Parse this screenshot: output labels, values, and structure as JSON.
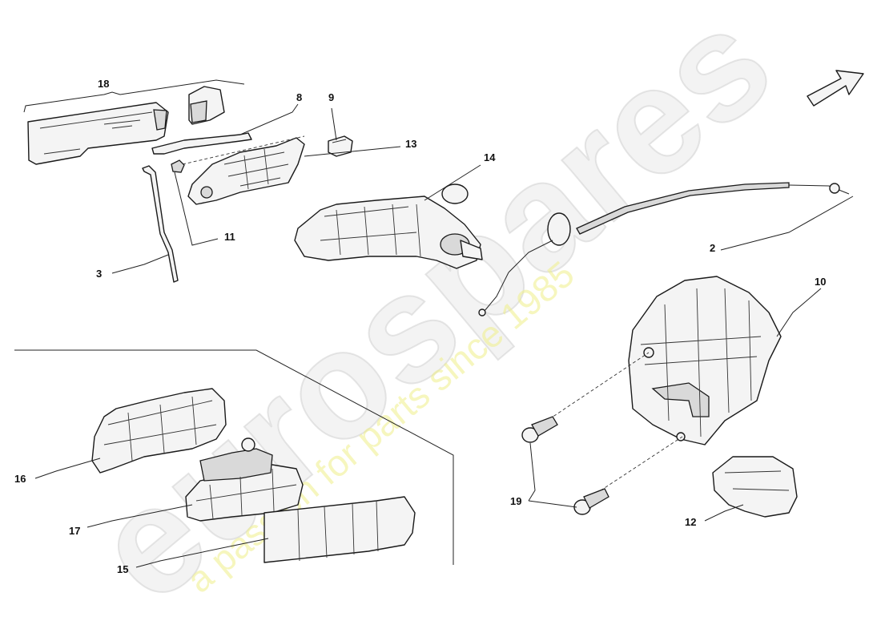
{
  "watermark": {
    "brand": "eurospares",
    "tagline": "a passion for parts since 1985",
    "accent_color": "#eeee88"
  },
  "callouts": [
    {
      "id": "18",
      "label": "18"
    },
    {
      "id": "8",
      "label": "8"
    },
    {
      "id": "9",
      "label": "9"
    },
    {
      "id": "13",
      "label": "13"
    },
    {
      "id": "14",
      "label": "14"
    },
    {
      "id": "11",
      "label": "11"
    },
    {
      "id": "3",
      "label": "3"
    },
    {
      "id": "2",
      "label": "2"
    },
    {
      "id": "10",
      "label": "10"
    },
    {
      "id": "16",
      "label": "16"
    },
    {
      "id": "17",
      "label": "17"
    },
    {
      "id": "15",
      "label": "15"
    },
    {
      "id": "19",
      "label": "19"
    },
    {
      "id": "12",
      "label": "12"
    }
  ],
  "icons": {
    "direction": "arrow-icon"
  }
}
